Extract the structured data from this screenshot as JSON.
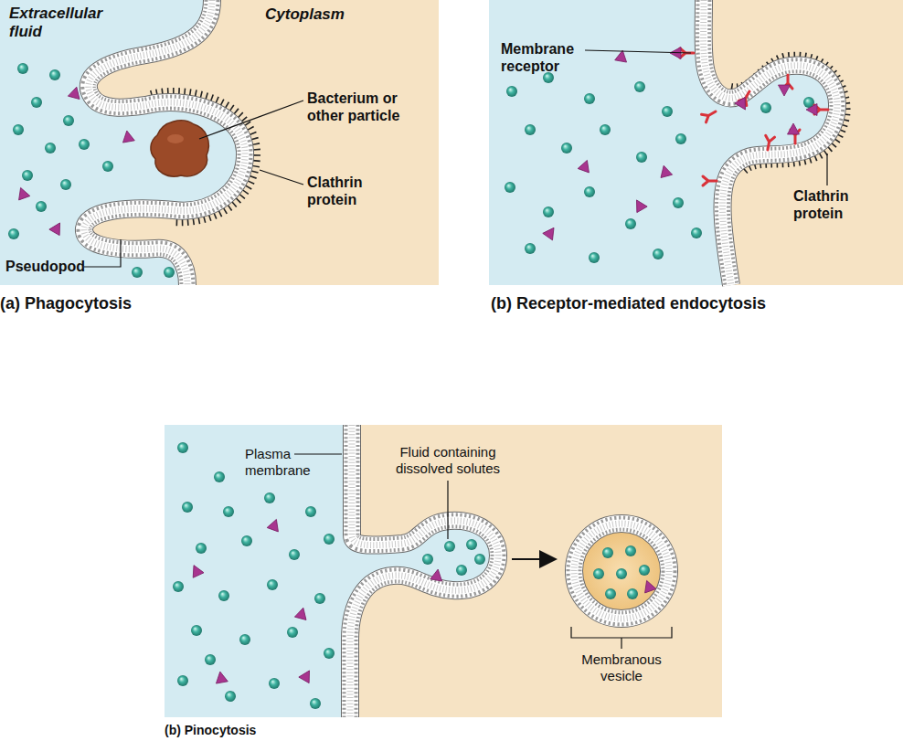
{
  "diagram": {
    "labels": [
      "Extracellular fluid",
      "Cytoplasm",
      "Bacterium or other particle",
      "Clathrin protein",
      "Pseudopod",
      "Membrane receptor",
      "Clathrin protein",
      "(a) Phagocytosis",
      "(b) Receptor-mediated endocytosis",
      "Plasma membrane",
      "Fluid containing dissolved solutes",
      "Membranous vesicle",
      "(b) Pinocytosis"
    ]
  }
}
